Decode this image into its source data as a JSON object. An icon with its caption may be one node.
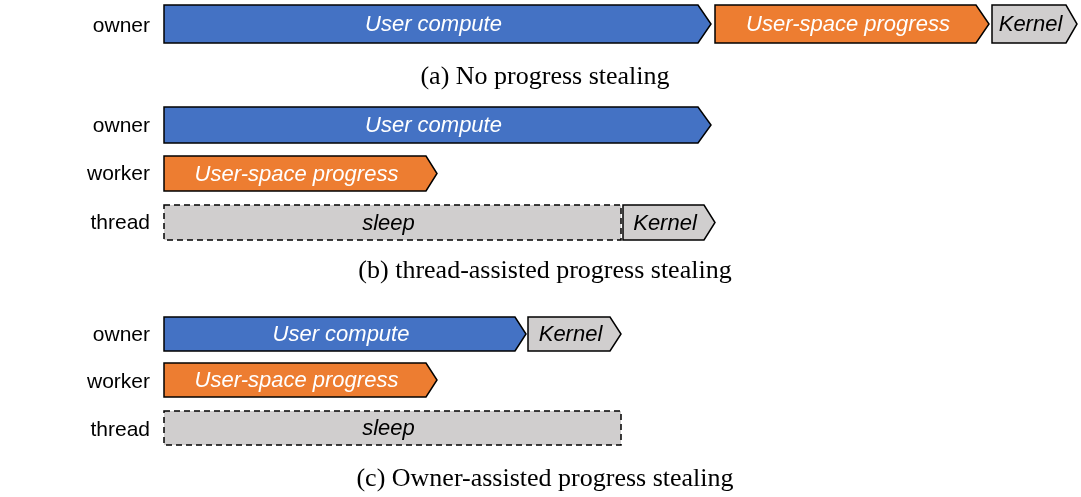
{
  "diagram": {
    "nodes": [
      {
        "text": [
          "User compute"
        ]
      },
      {
        "text": [
          "User-space progress"
        ]
      },
      {
        "text": [
          "Kernel"
        ]
      },
      {
        "text": [
          "User compute"
        ]
      },
      {
        "text": [
          "User-space progress"
        ]
      },
      {
        "text": [
          "sleep"
        ]
      },
      {
        "text": [
          "Kernel"
        ]
      },
      {
        "text": [
          "User compute"
        ]
      },
      {
        "text": [
          "Kernel"
        ]
      },
      {
        "text": [
          "User-space progress"
        ]
      },
      {
        "text": [
          "sleep"
        ]
      }
    ],
    "labels": [
      "owner",
      "(a) No progress stealing",
      "owner",
      "worker",
      "thread",
      "(b) thread-assisted progress stealing",
      "owner",
      "worker",
      "thread",
      "(c) Owner-assisted progress stealing"
    ]
  }
}
